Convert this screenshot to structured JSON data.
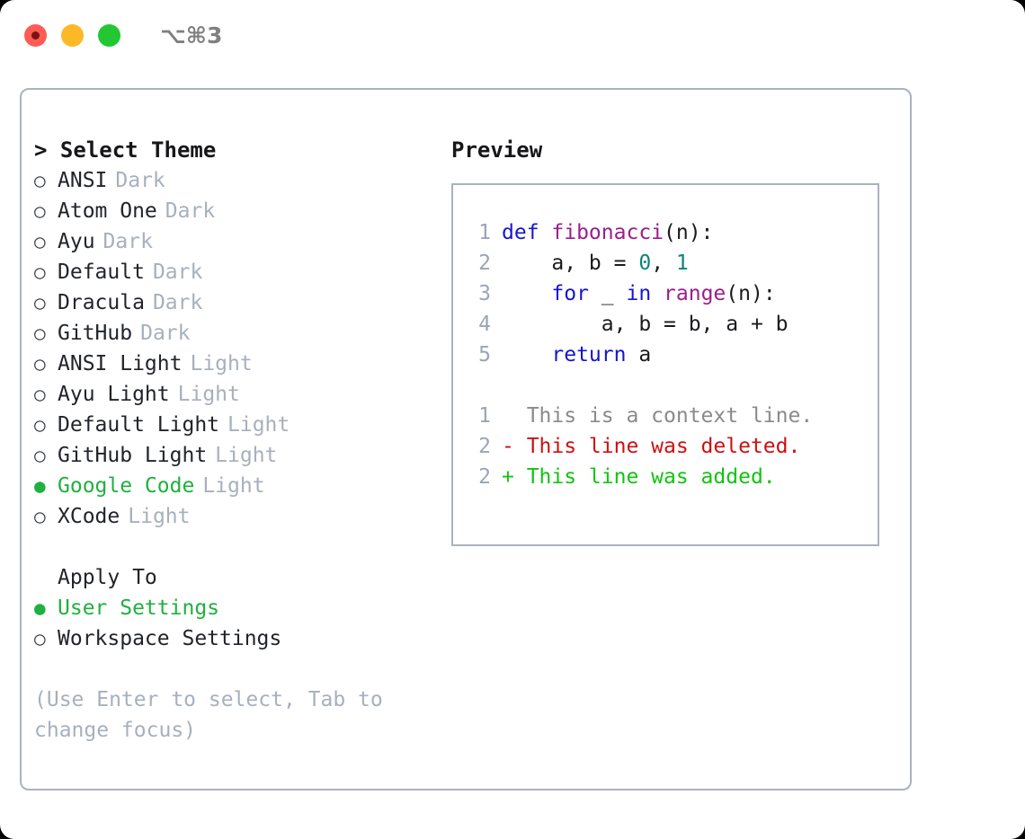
{
  "window": {
    "shortcut_label": "⌥⌘3",
    "traffic_lights": [
      "close-red",
      "minimize-yellow",
      "maximize-green"
    ]
  },
  "theme_picker": {
    "heading": "> Select Theme",
    "markers": {
      "selected": "●",
      "unselected": "○"
    },
    "items": [
      {
        "name": "ANSI",
        "kind": "Dark",
        "selected": false
      },
      {
        "name": "Atom One",
        "kind": "Dark",
        "selected": false
      },
      {
        "name": "Ayu",
        "kind": "Dark",
        "selected": false
      },
      {
        "name": "Default",
        "kind": "Dark",
        "selected": false
      },
      {
        "name": "Dracula",
        "kind": "Dark",
        "selected": false
      },
      {
        "name": "GitHub",
        "kind": "Dark",
        "selected": false
      },
      {
        "name": "ANSI Light",
        "kind": "Light",
        "selected": false
      },
      {
        "name": "Ayu Light",
        "kind": "Light",
        "selected": false
      },
      {
        "name": "Default Light",
        "kind": "Light",
        "selected": false
      },
      {
        "name": "GitHub Light",
        "kind": "Light",
        "selected": false
      },
      {
        "name": "Google Code",
        "kind": "Light",
        "selected": true
      },
      {
        "name": "XCode",
        "kind": "Light",
        "selected": false
      }
    ]
  },
  "apply_to": {
    "heading": "Apply To",
    "items": [
      {
        "name": "User Settings",
        "selected": true
      },
      {
        "name": "Workspace Settings",
        "selected": false
      }
    ]
  },
  "hint": "(Use Enter to select, Tab to change focus)",
  "preview": {
    "title": "Preview",
    "code_lines": [
      {
        "no": "1",
        "tokens": [
          {
            "t": "def ",
            "c": "kw"
          },
          {
            "t": "fibonacci",
            "c": "fn"
          },
          {
            "t": "(n):",
            "c": "pl"
          }
        ]
      },
      {
        "no": "2",
        "tokens": [
          {
            "t": "    a, b = ",
            "c": "pl"
          },
          {
            "t": "0",
            "c": "num"
          },
          {
            "t": ", ",
            "c": "pl"
          },
          {
            "t": "1",
            "c": "num"
          }
        ]
      },
      {
        "no": "3",
        "tokens": [
          {
            "t": "    ",
            "c": "pl"
          },
          {
            "t": "for",
            "c": "kw"
          },
          {
            "t": " _ ",
            "c": "pl"
          },
          {
            "t": "in",
            "c": "kw"
          },
          {
            "t": " ",
            "c": "pl"
          },
          {
            "t": "range",
            "c": "fn"
          },
          {
            "t": "(n):",
            "c": "pl"
          }
        ]
      },
      {
        "no": "4",
        "tokens": [
          {
            "t": "        a, b = b, a + b",
            "c": "pl"
          }
        ]
      },
      {
        "no": "5",
        "tokens": [
          {
            "t": "    ",
            "c": "pl"
          },
          {
            "t": "return",
            "c": "kw"
          },
          {
            "t": " a",
            "c": "pl"
          }
        ]
      }
    ],
    "diff_lines": [
      {
        "no": "1",
        "sign": " ",
        "text": " This is a context line.",
        "kind": "ctx"
      },
      {
        "no": "2",
        "sign": "-",
        "text": " This line was deleted.",
        "kind": "del"
      },
      {
        "no": "2",
        "sign": "+",
        "text": " This line was added.",
        "kind": "add"
      }
    ]
  },
  "colors": {
    "accent_green": "#20b03f",
    "muted": "#a7b0bd",
    "border": "#aab2c0",
    "keyword": "#1515cf",
    "function": "#9c1e8c",
    "number": "#0e8277",
    "diff_delete": "#cc1111",
    "diff_add": "#11c411",
    "background": "#ffffff"
  }
}
